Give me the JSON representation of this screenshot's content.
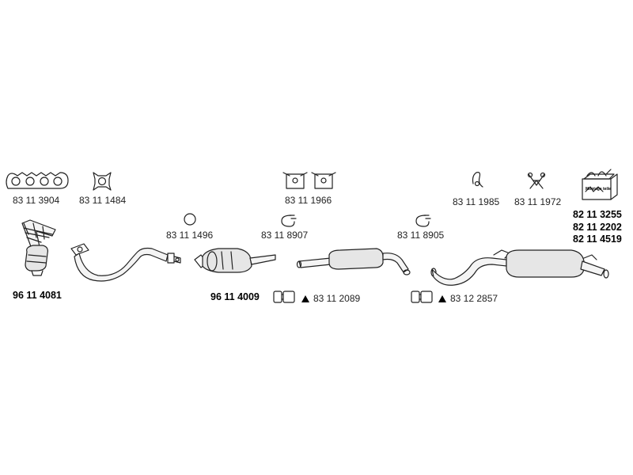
{
  "parts": {
    "manifold_gasket": "83 11 3904",
    "flange_gasket": "83 11 1484",
    "ring_gasket": "83 11 1496",
    "clamp_front": "83 11 8907",
    "hanger_pair": "83 11 1966",
    "clamp_mid": "83 11 8905",
    "rubber_mount": "83 11 1985",
    "v_mount": "83 11 1972",
    "mounting_kit_1": "82 11 3255",
    "mounting_kit_2": "82 11 2202",
    "mounting_kit_3": "82 11 4519",
    "manifold_catalyst": "96 11 4081",
    "catalyst_unit": "96 11 4009",
    "coupling_1": "83 11 2089",
    "coupling_2": "83 12 2857"
  },
  "kit_box_label": "Montage teile"
}
